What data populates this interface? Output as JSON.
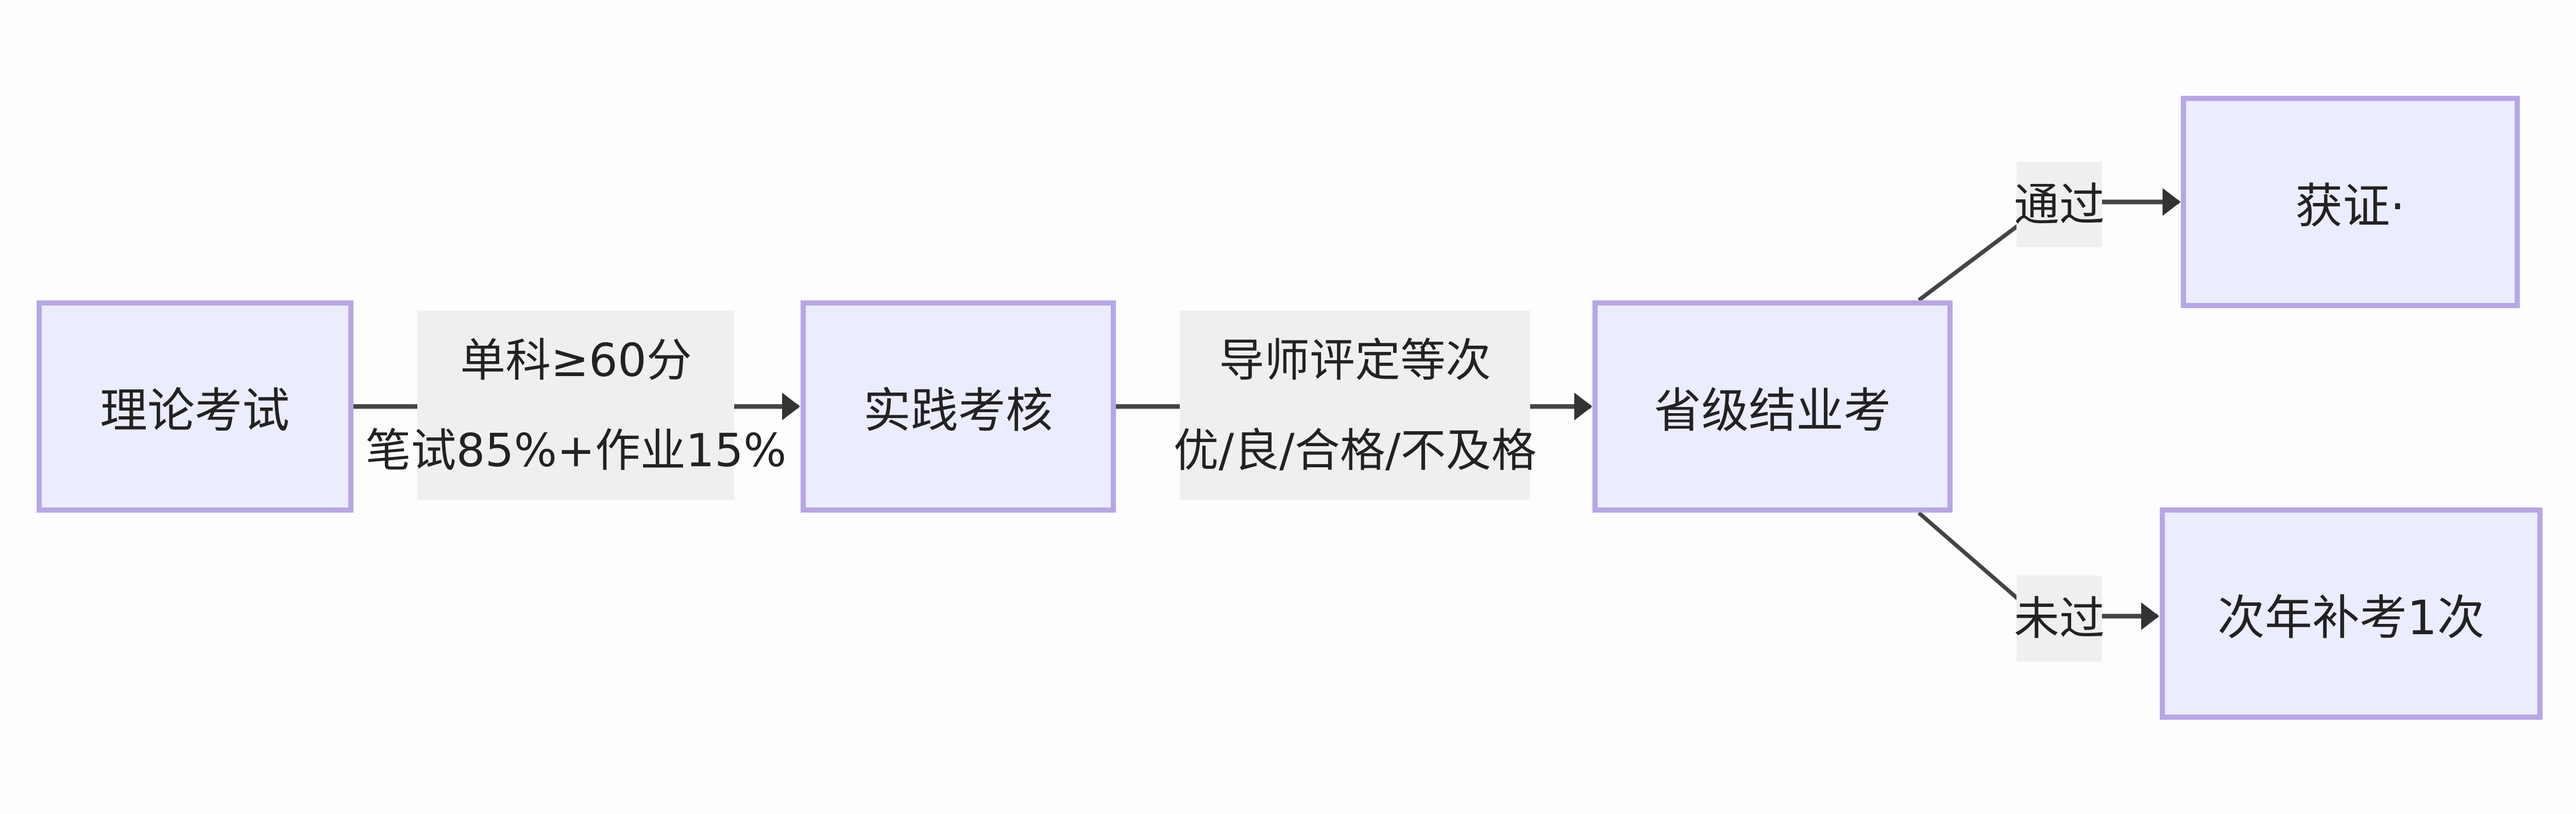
{
  "diagram": {
    "type": "flowchart",
    "direction": "left-to-right",
    "colors": {
      "node_fill": "#ECECFF",
      "node_border": "#b7a6e6",
      "edge": "#444444",
      "label_bg": "#efefef"
    },
    "nodes": {
      "theory": "理论考试",
      "practice": "实践考核",
      "provincial": "省级结业考",
      "certified": "获证·",
      "retake": "次年补考1次"
    },
    "edges": {
      "e1_line1": "单科≥60分",
      "e1_line2": "笔试85%+作业15%",
      "e2_line1": "导师评定等次",
      "e2_line2": "优/良/合格/不及格",
      "e3": "通过",
      "e4": "未过"
    }
  }
}
